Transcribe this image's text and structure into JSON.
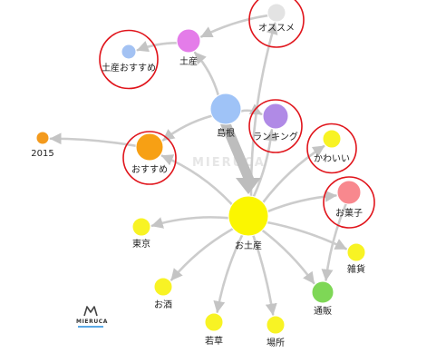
{
  "diagram": {
    "nodes": [
      {
        "id": "osusume_kw",
        "label": "オススメ",
        "color": "#e3e3e3"
      },
      {
        "id": "miyage",
        "label": "土産",
        "color": "#e47ce9"
      },
      {
        "id": "miyage_osusume",
        "label": "土産おすすめ",
        "color": "#a3c2f3"
      },
      {
        "id": "shimane",
        "label": "島根",
        "color": "#9fc3f7"
      },
      {
        "id": "ranking",
        "label": "ランキング",
        "color": "#b08ae6"
      },
      {
        "id": "y2015",
        "label": "2015",
        "color": "#f39a1d"
      },
      {
        "id": "osusume",
        "label": "おすすめ",
        "color": "#f7a014"
      },
      {
        "id": "kawaii",
        "label": "かわいい",
        "color": "#f8f324"
      },
      {
        "id": "okashi",
        "label": "お菓子",
        "color": "#f8888e"
      },
      {
        "id": "omiyage",
        "label": "お土産",
        "color": "#fbf600"
      },
      {
        "id": "tokyo",
        "label": "東京",
        "color": "#f8f324"
      },
      {
        "id": "zakka",
        "label": "雑貨",
        "color": "#f8f324"
      },
      {
        "id": "osake",
        "label": "お酒",
        "color": "#f8f324"
      },
      {
        "id": "tsuhan",
        "label": "通販",
        "color": "#7ed756"
      },
      {
        "id": "wakakusa",
        "label": "若草",
        "color": "#f8f324"
      },
      {
        "id": "basho",
        "label": "場所",
        "color": "#f8f324"
      }
    ],
    "edges": [
      {
        "from": "shimane",
        "to": "omiyage",
        "weight": "heavy"
      },
      {
        "from": "omiyage",
        "to": "okashi"
      },
      {
        "from": "omiyage",
        "to": "kawaii"
      },
      {
        "from": "omiyage",
        "to": "ranking"
      },
      {
        "from": "omiyage",
        "to": "osusume_kw"
      },
      {
        "from": "omiyage",
        "to": "osusume"
      },
      {
        "from": "omiyage",
        "to": "tokyo"
      },
      {
        "from": "omiyage",
        "to": "zakka"
      },
      {
        "from": "omiyage",
        "to": "tsuhan"
      },
      {
        "from": "omiyage",
        "to": "osake"
      },
      {
        "from": "omiyage",
        "to": "wakakusa"
      },
      {
        "from": "omiyage",
        "to": "basho"
      },
      {
        "from": "shimane",
        "to": "miyage"
      },
      {
        "from": "shimane",
        "to": "ranking"
      },
      {
        "from": "shimane",
        "to": "osusume"
      },
      {
        "from": "miyage",
        "to": "miyage_osusume"
      },
      {
        "from": "osusume_kw",
        "to": "miyage"
      },
      {
        "from": "osusume",
        "to": "y2015"
      },
      {
        "from": "okashi",
        "to": "tsuhan"
      }
    ],
    "highlighted": [
      "osusume_kw",
      "miyage_osusume",
      "ranking",
      "kawaii",
      "osusume",
      "okashi"
    ]
  },
  "watermark": "MIERUCA",
  "brand": {
    "name": "MIERUCA",
    "color": "#5aa9e6"
  },
  "colors": {
    "edge": "#cccccc",
    "heavy_edge": "#bdbdbd",
    "highlight": "#e0141b"
  }
}
